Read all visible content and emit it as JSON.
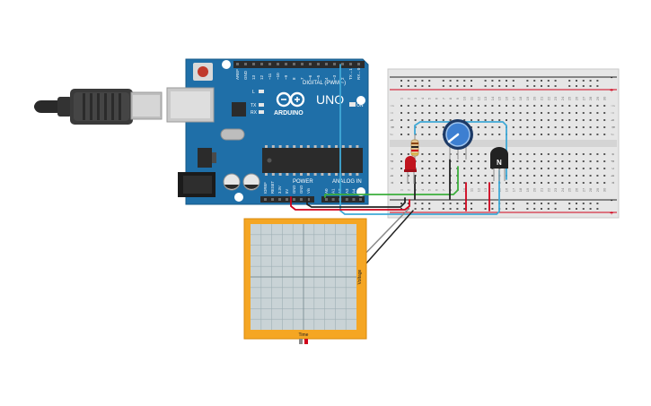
{
  "arduino": {
    "digital_header": "DIGITAL (PWM ~)",
    "brand": "ARDUINO",
    "model": "UNO",
    "power_label": "POWER",
    "analog_label": "ANALOG IN",
    "on_label": "ON",
    "l_label": "L",
    "tx_label": "TX",
    "rx_label": "RX",
    "top_pins": [
      "AREF",
      "GND",
      "13",
      "12",
      "~11",
      "~10",
      "~9",
      "8",
      "7",
      "~6",
      "~5",
      "4",
      "~3",
      "2",
      "TX→1",
      "RX←0"
    ],
    "power_pins": [
      "IOREF",
      "RESET",
      "3.3V",
      "5V",
      "GND",
      "GND",
      "Vin"
    ],
    "analog_pins": [
      "A0",
      "A1",
      "A2",
      "A3",
      "A4",
      "A5"
    ],
    "colors": {
      "board": "#1f6fa8",
      "board_dark": "#155987",
      "header": "#2b2b2b"
    }
  },
  "breadboard": {
    "column_numbers": [
      "1",
      "2",
      "3",
      "4",
      "5",
      "6",
      "7",
      "8",
      "9",
      "10",
      "11",
      "12",
      "13",
      "14",
      "15",
      "16",
      "17",
      "18",
      "19",
      "20",
      "21",
      "22",
      "23",
      "24",
      "25",
      "26",
      "27",
      "28",
      "29",
      "30"
    ],
    "row_letters_top": [
      "j",
      "i",
      "h",
      "g",
      "f"
    ],
    "row_letters_bottom": [
      "e",
      "d",
      "c",
      "b",
      "a"
    ],
    "rail_plus": "+",
    "rail_minus": "-"
  },
  "transistor": {
    "label": "N"
  },
  "oscilloscope": {
    "x_label": "Time",
    "y_label": "Voltage",
    "colors": {
      "frame": "#f5a623",
      "screen": "#c9d3d6",
      "grid": "#9fb0b5"
    }
  },
  "wires": {
    "colors": {
      "red": "#d0021b",
      "black": "#222222",
      "blue": "#3fa9d6",
      "green": "#3cae3c"
    }
  }
}
